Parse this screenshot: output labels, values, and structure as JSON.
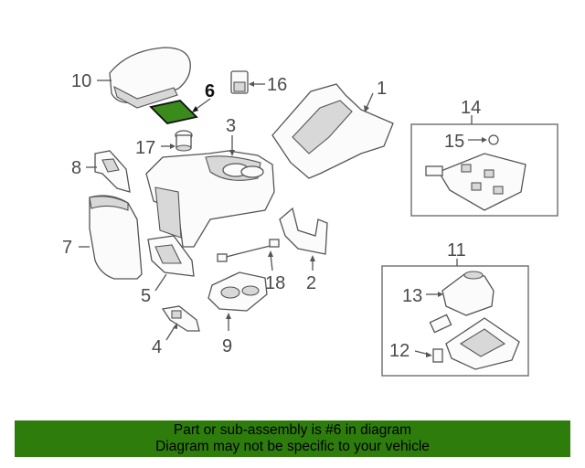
{
  "diagram": {
    "callouts": {
      "c1": "1",
      "c2": "2",
      "c3": "3",
      "c4": "4",
      "c5": "5",
      "c6": "6",
      "c7": "7",
      "c8": "8",
      "c9": "9",
      "c10": "10",
      "c11": "11",
      "c12": "12",
      "c13": "13",
      "c14": "14",
      "c15": "15",
      "c16": "16",
      "c17": "17",
      "c18": "18"
    },
    "highlighted_part": "6",
    "highlight_color": "#3a8a1c"
  },
  "banner": {
    "line1": "Part or sub-assembly is #6 in diagram",
    "line2": "Diagram may not be specific to your vehicle",
    "background": "#2e7d0c"
  }
}
